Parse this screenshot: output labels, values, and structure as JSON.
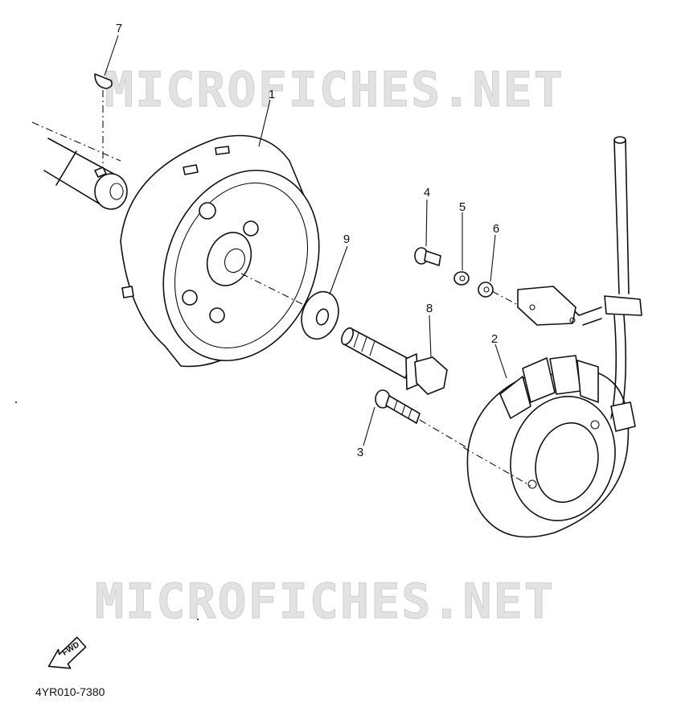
{
  "watermark": {
    "top": "MICROFICHES.NET",
    "bottom": "MICROFICHES.NET"
  },
  "callouts": {
    "p1": "1",
    "p2": "2",
    "p3": "3",
    "p4": "4",
    "p5": "5",
    "p6": "6",
    "p7": "7",
    "p8": "8",
    "p9": "9"
  },
  "fwd_label": "FWD",
  "diagram_code": "4YR010-7380"
}
